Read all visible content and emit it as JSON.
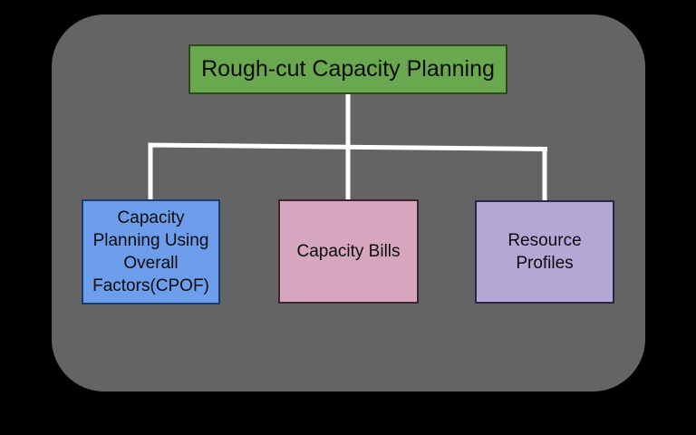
{
  "canvas": {
    "background": "#000000",
    "panel_fill": "#646464"
  },
  "colors": {
    "connector": "#ffffff",
    "text": "#0b0b0b"
  },
  "nodes": {
    "root": {
      "label": "Rough-cut Capacity Planning",
      "fill": "#6aa84f",
      "border": "#2c4a1d"
    },
    "cpof": {
      "lines": [
        "Capacity",
        "Planning Using",
        "Overall",
        "Factors(CPOF)"
      ],
      "fill": "#6d9eeb",
      "border": "#1c3c6e"
    },
    "capacity_bills": {
      "lines": [
        "Capacity Bills"
      ],
      "fill": "#d5a6bd",
      "border": "#402430"
    },
    "resource_profiles": {
      "lines": [
        "Resource",
        "Profiles"
      ],
      "fill": "#b4a7d6",
      "border": "#2e2547"
    }
  }
}
